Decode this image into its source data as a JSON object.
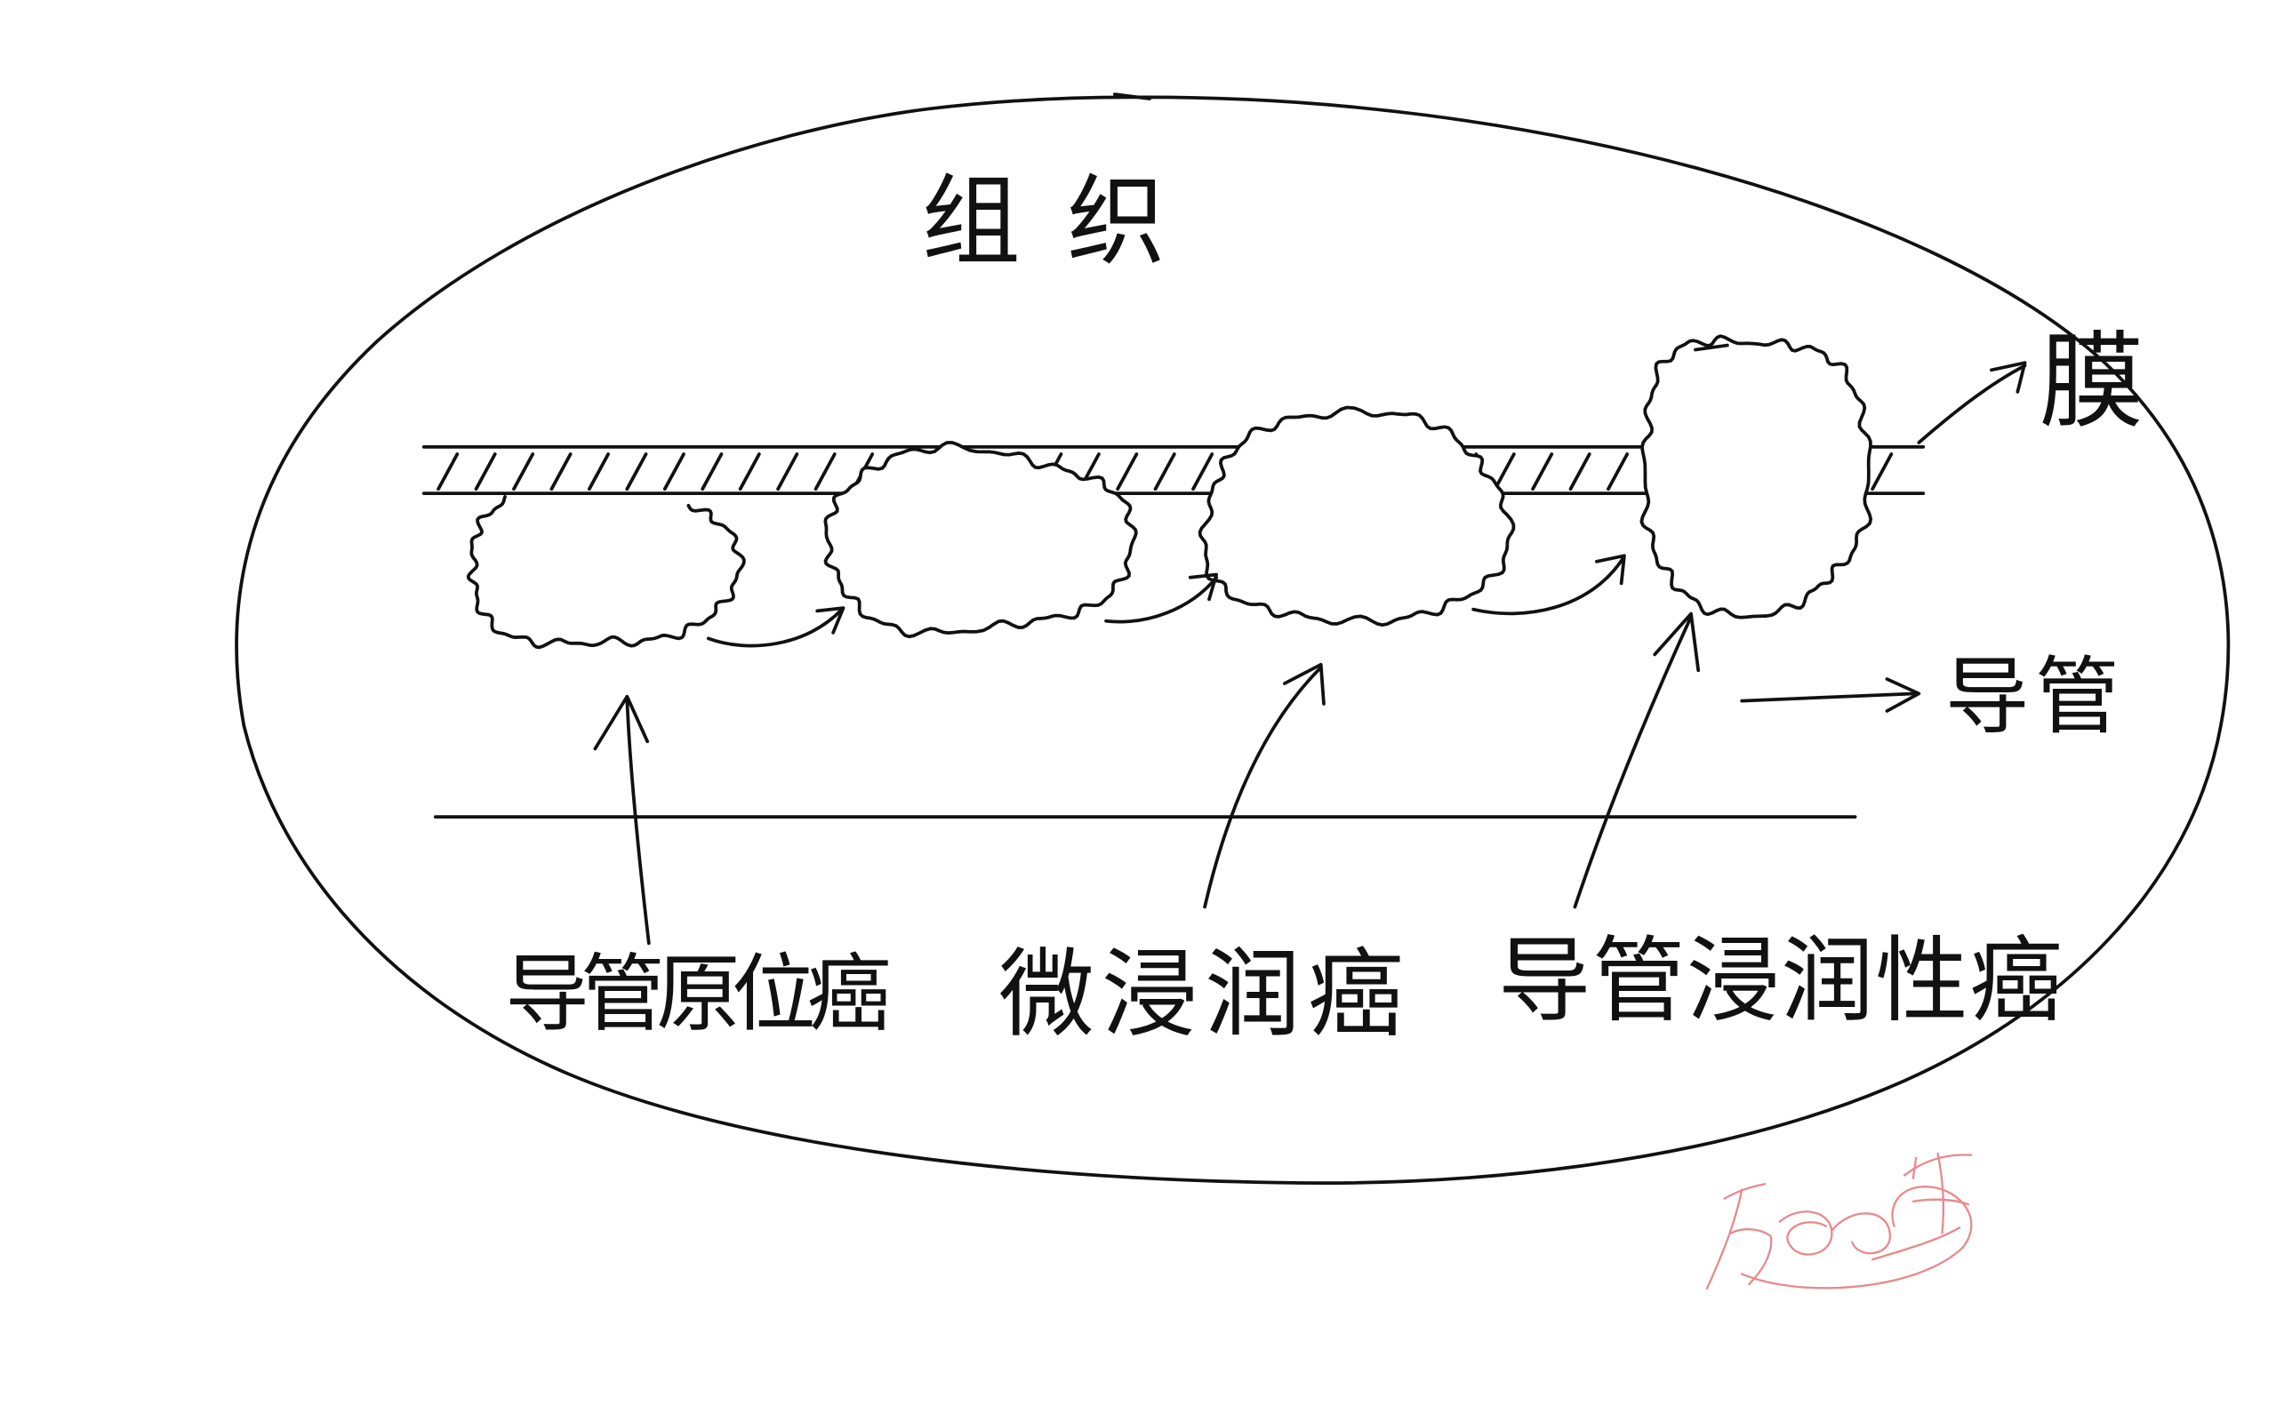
{
  "labels": {
    "tissue": "组织",
    "membrane": "膜",
    "duct": "导管",
    "in_situ": "导管原位癌",
    "microinvasive": "微浸润癌",
    "invasive": "导管浸润性癌"
  },
  "colors": {
    "background": "#ffffff",
    "ink": "#111111",
    "signature": "#e8898b"
  }
}
